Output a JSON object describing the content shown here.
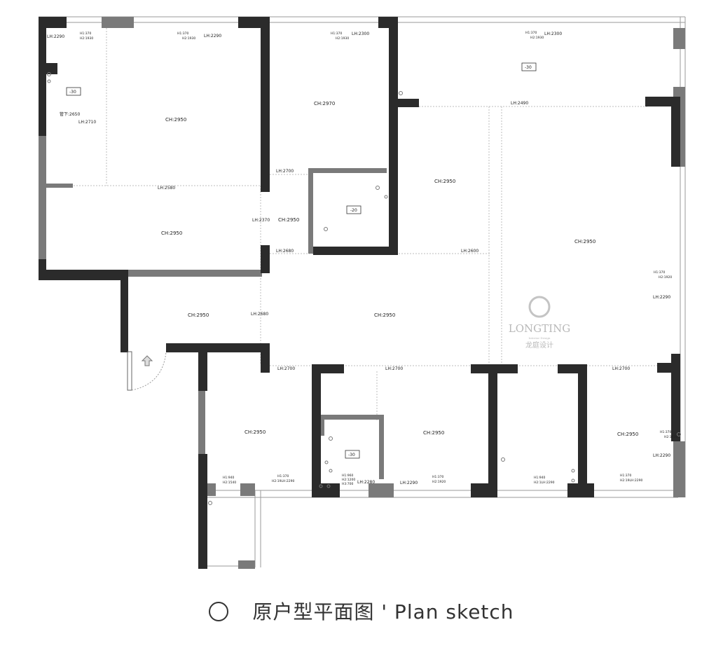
{
  "caption": {
    "text": "原户型平面图 ' Plan sketch"
  },
  "watermark": {
    "brand": "LONGTING",
    "tagline": "Interior Design",
    "chinese": "龙庭设计"
  },
  "colors": {
    "wall": "#2b2b2b",
    "partition": "#7a7a7a",
    "window": "#9a9a9a",
    "annotation": "#222222"
  },
  "labels": {
    "ch_2950": "CH:2950",
    "ch_2970": "CH:2970",
    "lh_2290": "LH:2290",
    "lh_2300": "LH:2300",
    "lh_2490": "LH:2490",
    "lh_2580": "LH:2580",
    "lh_2700": "LH:2700",
    "lh_2370": "LH:2370",
    "lh_2680": "LH:2680",
    "lh_2600": "LH:2600",
    "lh_2710": "LH:2710",
    "lh_2280": "LH:2280",
    "pipe_2650": "管下:2650",
    "h1_370": "H1:370",
    "h2_1930": "H2:1930",
    "h2_1920": "H2:1920",
    "h1_940": "H1:940",
    "h2_1540": "H2:1540",
    "h1_960": "H1:960",
    "h2_1200": "H2:1200",
    "h3_700": "H3:700",
    "mixed_2290a": "H2:19LH:2290",
    "mixed_2290b": "H2:1LH:2290",
    "minus_30": "-30",
    "minus_20": "-20"
  }
}
